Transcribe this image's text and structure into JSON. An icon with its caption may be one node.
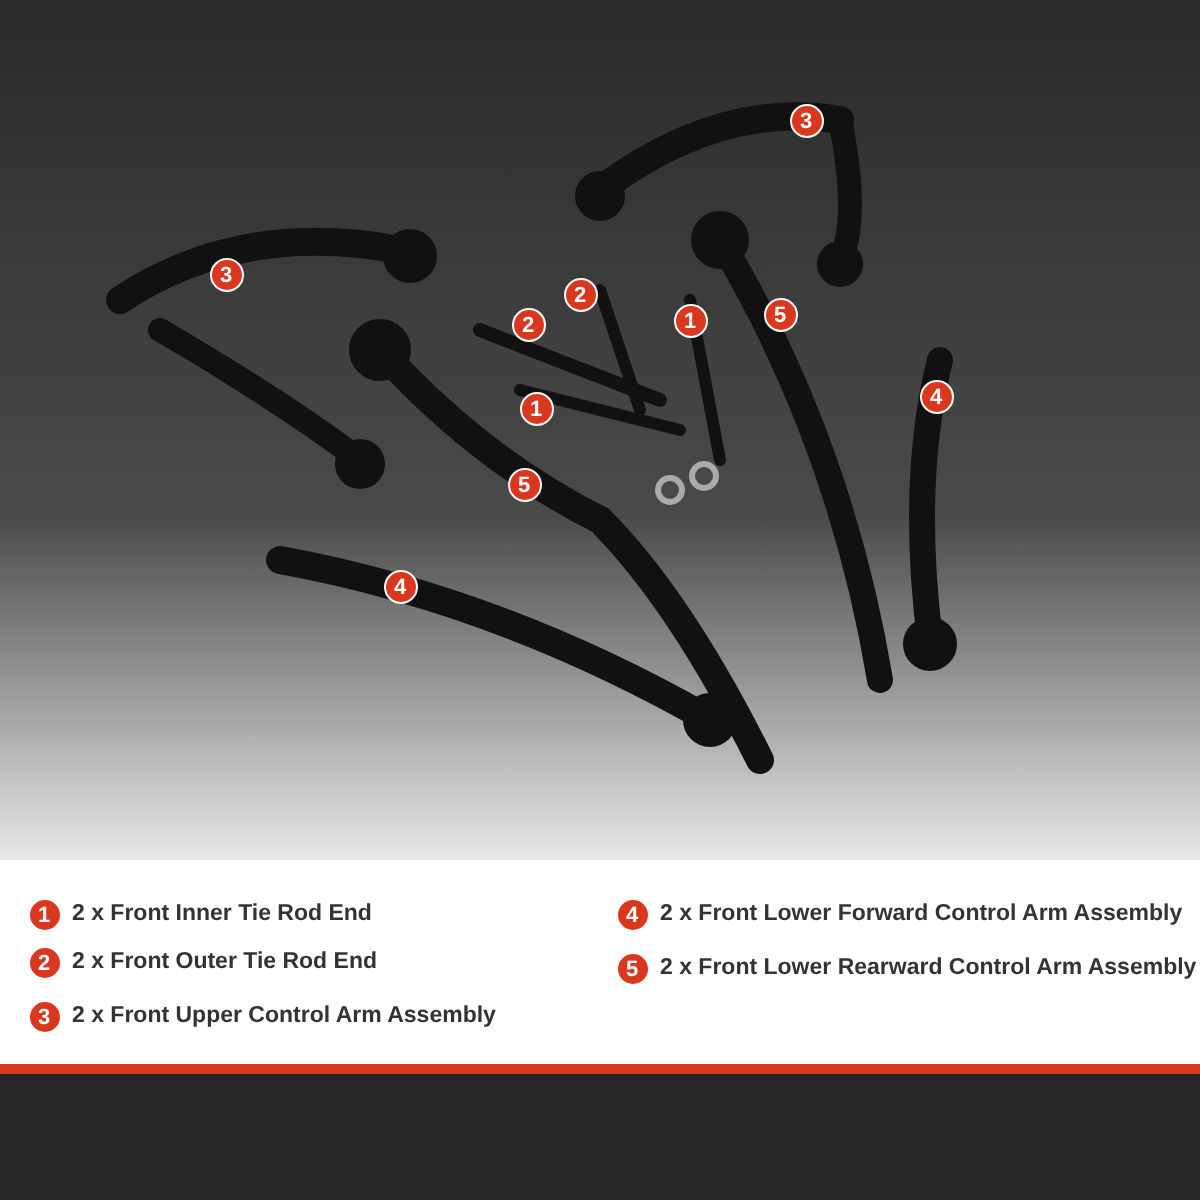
{
  "diagram": {
    "labels": [
      "3",
      "3",
      "2",
      "5",
      "1",
      "2",
      "4",
      "1",
      "5",
      "4",
      "1",
      "2 x Front Inner Tie Rod End",
      "4",
      "2 x Front Lower Forward Control Arm Assembly",
      "2",
      "2 x Front Outer Tie Rod End",
      "5",
      "2 x Front Lower Rearward Control Arm Assembly",
      "3",
      "2 x Front Upper Control Arm Assembly"
    ]
  }
}
